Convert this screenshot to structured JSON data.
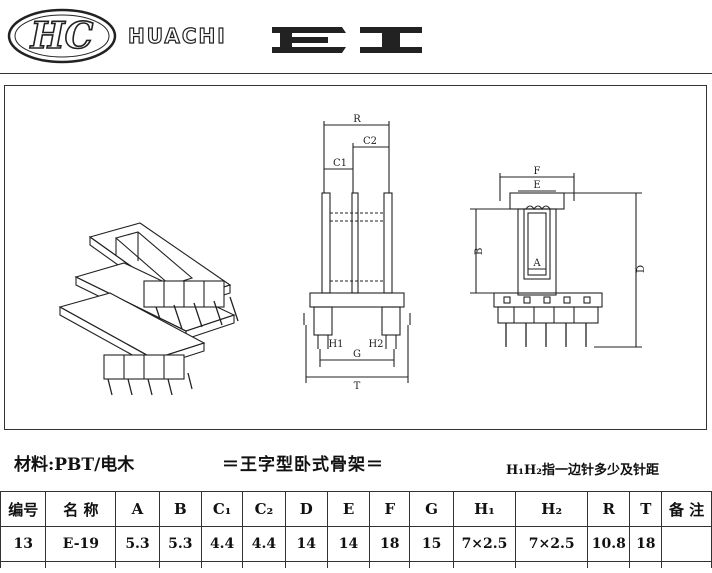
{
  "header": {
    "logo_text": "HC",
    "brand": "HUACHI",
    "product_mark": "EI"
  },
  "labels": {
    "side": {
      "R": "R",
      "C1": "C1",
      "C2": "C2",
      "H1": "H1",
      "H2": "H2",
      "G": "G",
      "T": "T"
    },
    "front": {
      "F": "F",
      "E": "E",
      "A": "A",
      "B": "B",
      "D": "D"
    }
  },
  "material": "材料:PBT/电木",
  "type_line": "＝王字型卧式骨架＝",
  "note": "H₁H₂指一边针多少及针距",
  "table": {
    "headers": [
      "编号",
      "名  称",
      "A",
      "B",
      "C₁",
      "C₂",
      "D",
      "E",
      "F",
      "G",
      "H₁",
      "H₂",
      "R",
      "T",
      "备 注"
    ],
    "row": [
      "13",
      "E-19",
      "5.3",
      "5.3",
      "4.4",
      "4.4",
      "14",
      "14",
      "18",
      "15",
      "7×2.5",
      "7×2.5",
      "10.8",
      "18",
      ""
    ]
  }
}
